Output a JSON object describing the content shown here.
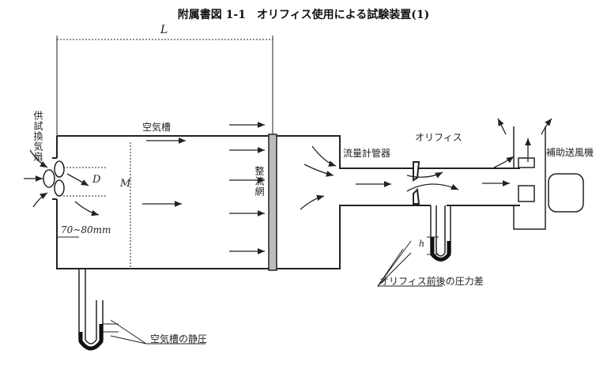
{
  "title": "附属書図 1-1　オリフィス使用による試験装置(1)",
  "labels": {
    "length": "L",
    "fan": "供試換気扇",
    "chamber": "空気槽",
    "height": "M",
    "diameter": "D",
    "straightener": "整流網",
    "flow_pipe": "流量計管器",
    "orifice": "オリフィス",
    "aux_fan": "補助送風機",
    "distance": "70~80mm",
    "head": "h",
    "orifice_dp": "オリフィス前後の圧力差",
    "static_pressure": "空気槽の静圧"
  }
}
